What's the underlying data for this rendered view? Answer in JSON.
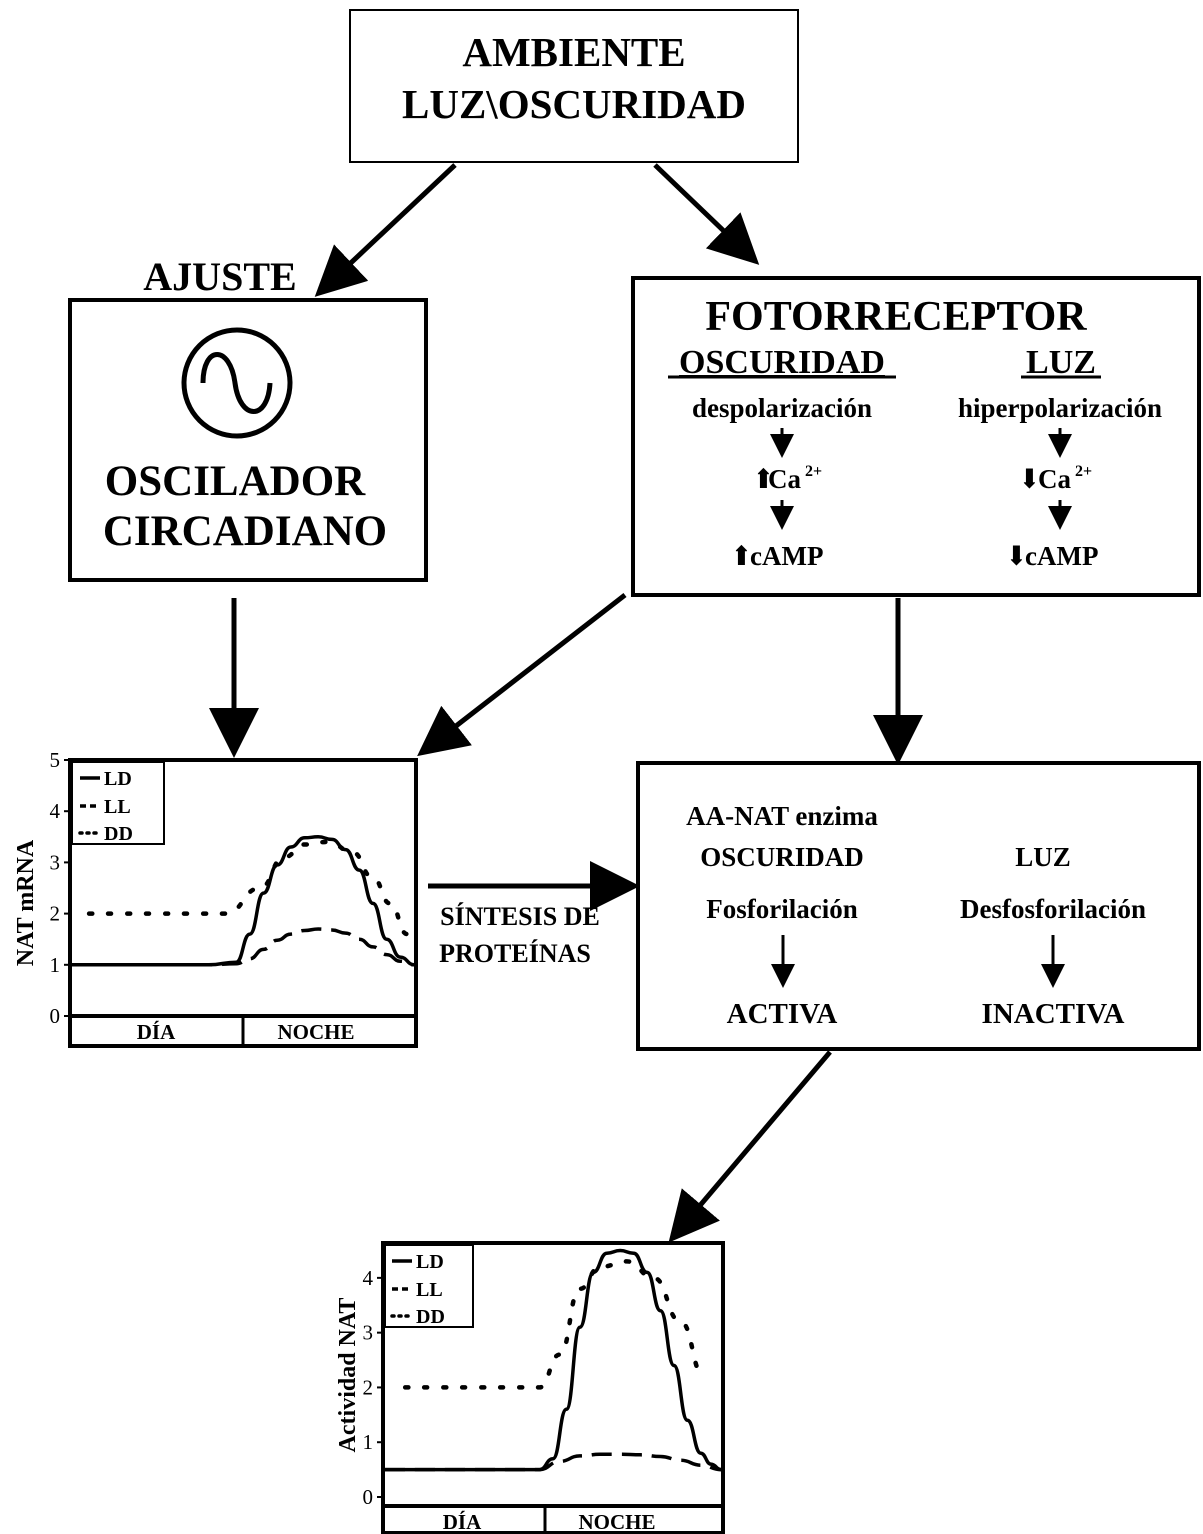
{
  "environment": {
    "line1": "AMBIENTE",
    "line2": "LUZ\\OSCURIDAD"
  },
  "adjust": {
    "label": "AJUSTE",
    "oscillator_line1": "OSCILADOR",
    "oscillator_line2": "CIRCADIANO"
  },
  "photoreceptor": {
    "title": "FOTORRECEPTOR",
    "dark": {
      "heading": "OSCURIDAD",
      "step1": "despolarización",
      "step2": "Ca",
      "step2_sup": "2+",
      "step3": "cAMP"
    },
    "light": {
      "heading": "LUZ",
      "step1": "hiperpolarización",
      "step2": "Ca",
      "step2_sup": "2+",
      "step3": "cAMP"
    }
  },
  "synthesis": {
    "line1": "SÍNTESIS DE",
    "line2": "PROTEÍNAS"
  },
  "enzyme": {
    "title": "AA-NAT enzima",
    "dark": {
      "heading": "OSCURIDAD",
      "process": "Fosforilación",
      "state": "ACTIVA"
    },
    "light": {
      "heading": "LUZ",
      "process": "Desfosforilación",
      "state": "INACTIVA"
    }
  },
  "chart_data": [
    {
      "type": "line",
      "ylabel": "NAT mRNA",
      "yticks": [
        "0",
        "1",
        "2",
        "3",
        "4",
        "5"
      ],
      "ylim": [
        0,
        5
      ],
      "xlim": [
        0,
        1
      ],
      "bands": [
        "DÍA",
        "NOCHE"
      ],
      "legend_position": "top-left",
      "series": [
        {
          "name": "LD",
          "style": "solid",
          "x": [
            0,
            0.08,
            0.16,
            0.24,
            0.32,
            0.4,
            0.48,
            0.52,
            0.56,
            0.6,
            0.64,
            0.68,
            0.72,
            0.76,
            0.8,
            0.84,
            0.88,
            0.92,
            0.96,
            1.0
          ],
          "y": [
            1,
            1,
            1,
            1,
            1,
            1,
            1.05,
            1.6,
            2.4,
            2.95,
            3.3,
            3.48,
            3.5,
            3.45,
            3.25,
            2.85,
            2.2,
            1.5,
            1.15,
            1.0
          ]
        },
        {
          "name": "LL",
          "style": "dashed",
          "x": [
            0,
            0.08,
            0.16,
            0.24,
            0.32,
            0.4,
            0.48,
            0.52,
            0.56,
            0.6,
            0.64,
            0.68,
            0.72,
            0.76,
            0.8,
            0.84,
            0.88,
            0.92,
            0.96,
            1.0
          ],
          "y": [
            1,
            1,
            1,
            1,
            1,
            1,
            1.02,
            1.12,
            1.3,
            1.48,
            1.6,
            1.67,
            1.7,
            1.68,
            1.62,
            1.5,
            1.35,
            1.2,
            1.07,
            1.0
          ]
        },
        {
          "name": "DD",
          "style": "dotted",
          "x": [
            0.05,
            0.15,
            0.25,
            0.35,
            0.45,
            0.55,
            0.62,
            0.68,
            0.75,
            0.82,
            0.88,
            0.93,
            0.98
          ],
          "y": [
            2,
            2,
            2,
            2,
            2,
            2.5,
            3.1,
            3.35,
            3.4,
            3.2,
            2.7,
            2.2,
            1.6
          ]
        }
      ]
    },
    {
      "type": "line",
      "ylabel": "Actividad NAT",
      "yticks": [
        "0",
        "1",
        "2",
        "3",
        "4"
      ],
      "ylim": [
        0,
        4.6
      ],
      "xlim": [
        0,
        1
      ],
      "bands": [
        "DÍA",
        "NOCHE"
      ],
      "legend_position": "top-left",
      "series": [
        {
          "name": "LD",
          "style": "solid",
          "x": [
            0,
            0.1,
            0.2,
            0.3,
            0.4,
            0.46,
            0.5,
            0.54,
            0.58,
            0.62,
            0.66,
            0.7,
            0.74,
            0.78,
            0.82,
            0.86,
            0.9,
            0.94,
            0.97,
            1.0
          ],
          "y": [
            0.5,
            0.5,
            0.5,
            0.5,
            0.5,
            0.5,
            0.7,
            1.6,
            3.1,
            4.1,
            4.45,
            4.5,
            4.45,
            4.1,
            3.4,
            2.4,
            1.4,
            0.8,
            0.6,
            0.5
          ]
        },
        {
          "name": "LL",
          "style": "dashed",
          "x": [
            0,
            0.1,
            0.2,
            0.3,
            0.4,
            0.46,
            0.52,
            0.58,
            0.64,
            0.7,
            0.76,
            0.82,
            0.88,
            0.94,
            1.0
          ],
          "y": [
            0.5,
            0.5,
            0.5,
            0.5,
            0.5,
            0.5,
            0.65,
            0.75,
            0.78,
            0.78,
            0.77,
            0.74,
            0.67,
            0.58,
            0.5
          ]
        },
        {
          "name": "DD",
          "style": "dotted",
          "x": [
            0.06,
            0.16,
            0.26,
            0.36,
            0.46,
            0.52,
            0.58,
            0.64,
            0.72,
            0.8,
            0.88,
            0.95
          ],
          "y": [
            2,
            2,
            2,
            2,
            2,
            2.6,
            3.8,
            4.2,
            4.3,
            4.0,
            3.2,
            2.2
          ]
        }
      ]
    }
  ]
}
